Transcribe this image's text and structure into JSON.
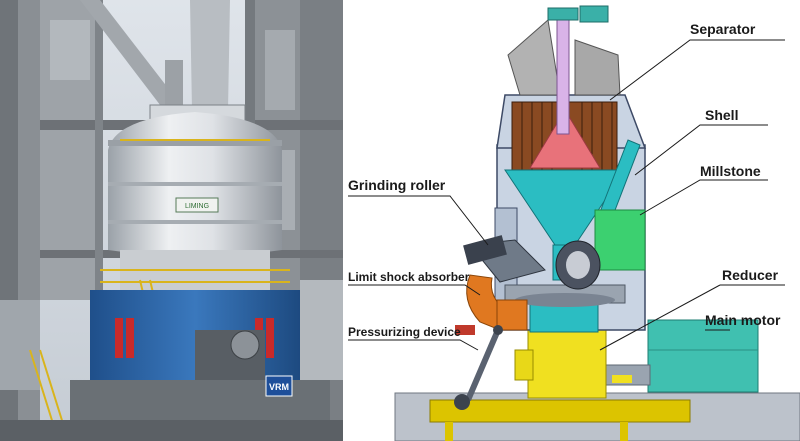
{
  "photo": {
    "nameplate_text": "VRM",
    "brand_sign_text": "LIMING"
  },
  "diagram": {
    "labels": {
      "separator": "Separator",
      "shell": "Shell",
      "millstone": "Millstone",
      "grinding_roller": "Grinding roller",
      "limit_shock_absorber": "Limit shock absorber",
      "reducer": "Reducer",
      "main_motor": "Main motor",
      "pressurizing_device": "Pressurizing device"
    }
  },
  "colors": {
    "cone": "#2bbdc2",
    "separator_grid": "#8a4a22",
    "inner_cone": "#e8727a",
    "roller_arm": "#e07820",
    "reducer": "#f0e020",
    "foundation": "#dcc400",
    "motor": "#40c0b0",
    "shell": "#c9d4e3",
    "separator_top": "#b2b2b2"
  }
}
